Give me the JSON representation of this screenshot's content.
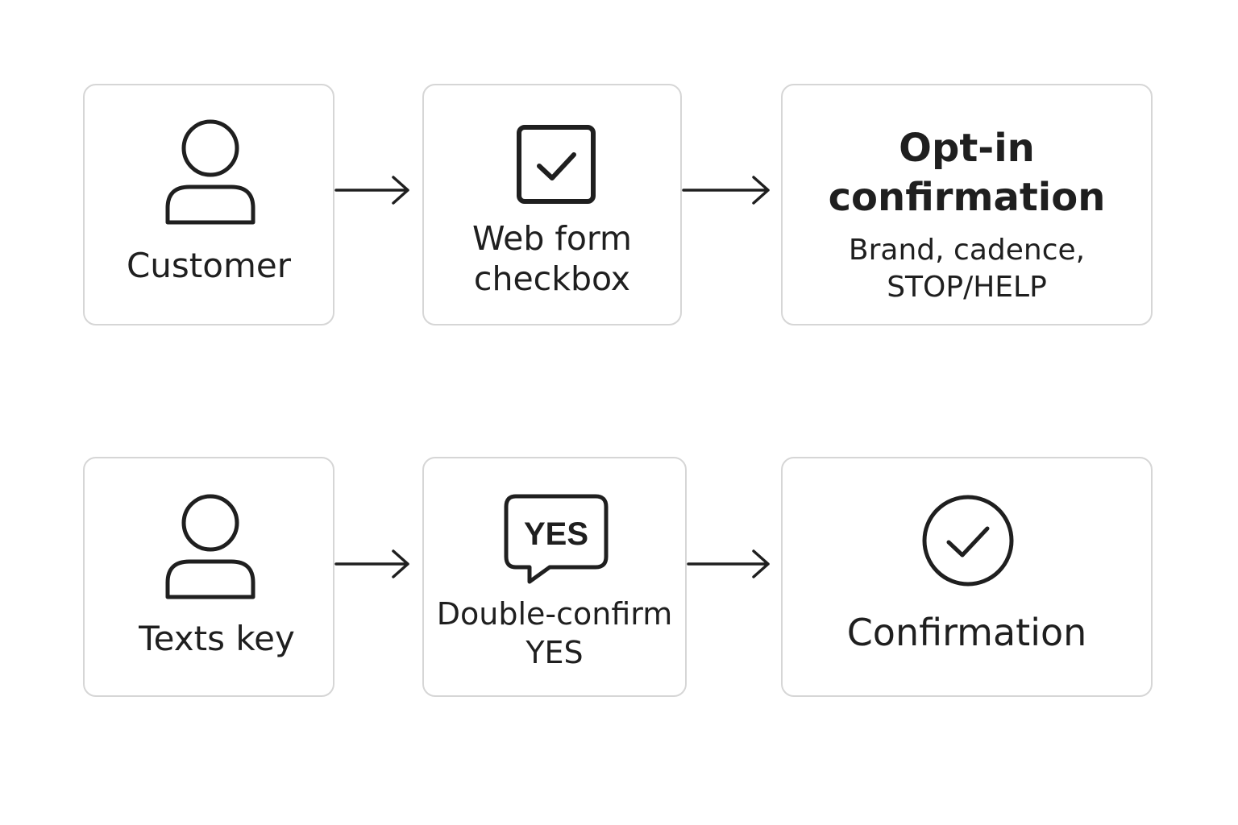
{
  "row1": {
    "customer": {
      "label": "Customer",
      "icon": "person-icon"
    },
    "web_form": {
      "label_line1": "Web form",
      "label_line2": "checkbox",
      "icon": "checkbox-checked-icon"
    },
    "opt_in": {
      "title_line1": "Opt-in",
      "title_line2": "confirmation",
      "detail_line1": "Brand, cadence,",
      "detail_line2": "STOP/HELP"
    }
  },
  "row2": {
    "texts_key": {
      "label": "Texts key",
      "icon": "person-icon"
    },
    "double_confirm": {
      "bubble_text": "YES",
      "label_line1": "Double-confirm",
      "label_line2": "YES",
      "icon": "speech-bubble-icon"
    },
    "confirmation": {
      "label": "Confirmation",
      "icon": "check-circle-icon"
    }
  },
  "colors": {
    "stroke": "#1f1f1f",
    "border": "#d6d6d6",
    "background": "#ffffff"
  }
}
